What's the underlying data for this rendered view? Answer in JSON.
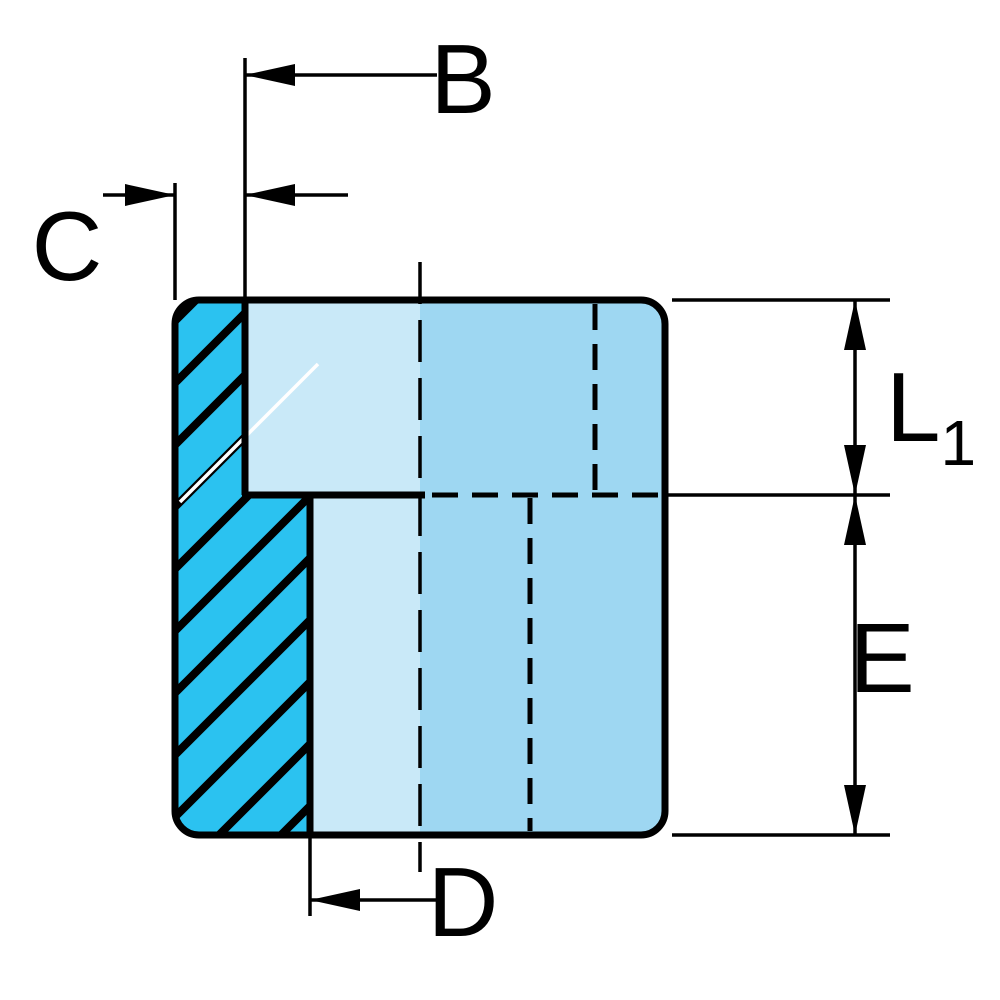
{
  "drawing": {
    "dimension_labels": {
      "b": "B",
      "c": "C",
      "d": "D",
      "e": "E",
      "l1": {
        "base": "L",
        "sub": "1"
      }
    },
    "colors": {
      "background": "#ffffff",
      "line": "#000000",
      "body-fill": "#9ed7f2",
      "bore-highlight": "#c9e9f8",
      "section-fill": "#2bc2f0"
    }
  }
}
